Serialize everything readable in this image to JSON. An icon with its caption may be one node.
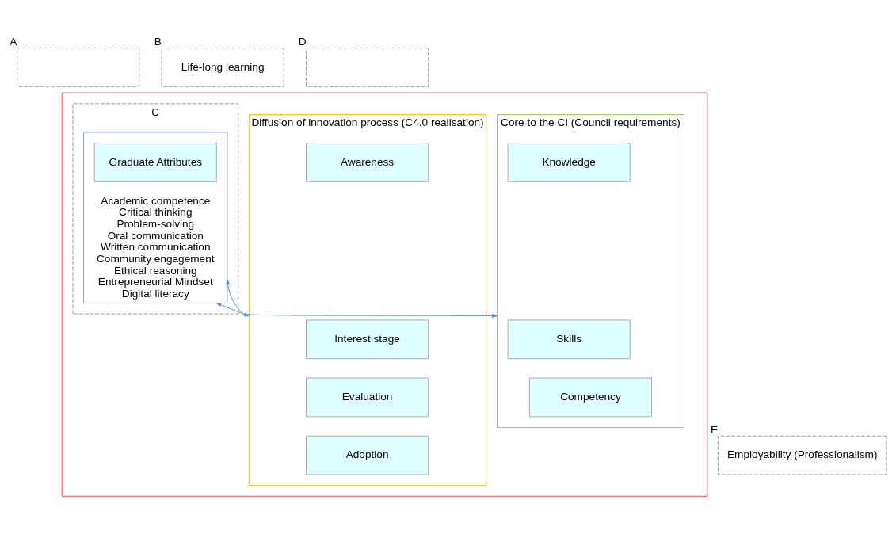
{
  "diagram": {
    "nodes": [
      {
        "text": [],
        "shape": "box"
      },
      {
        "text": [],
        "shape": "box",
        "beside": [
          "A"
        ]
      },
      {
        "text": [
          "Core to the CI (Council requirements)"
        ],
        "in": 0
      },
      {
        "text": [
          "Knowledge"
        ],
        "in": 2
      },
      {
        "text": [
          "Skills"
        ],
        "in": 2
      },
      {
        "text": [
          "Competency"
        ],
        "in": 2
      },
      {
        "text": [
          "Life-long learning"
        ],
        "beside": [
          "B"
        ]
      },
      {
        "text": [],
        "shape": "box",
        "beside": [
          "C"
        ],
        "in": 0
      },
      {
        "text": [
          "Academic competence",
          "Critical thinking",
          "Problem-solving",
          "Oral communication",
          "Written communication",
          "Community engagement",
          "Ethical reasoning",
          "Entrepreneurial Mindset",
          "Digital literacy"
        ],
        "in": 7
      },
      {
        "text": [
          "Graduate Attributes"
        ],
        "in": 8
      },
      {
        "text": [],
        "shape": "box",
        "beside": [
          "D"
        ]
      },
      {
        "text": [
          "Diffusion of innovation process (C4.0 realisation)"
        ],
        "in": 0
      },
      {
        "text": [
          "Awareness"
        ],
        "in": 11
      },
      {
        "text": [
          "Interest stage"
        ],
        "in": 11
      },
      {
        "text": [
          "Evaluation"
        ],
        "in": 11
      },
      {
        "text": [
          "Adoption"
        ],
        "in": 11
      },
      {
        "text": [
          "Employability (Professionalism)"
        ],
        "beside": [
          "E"
        ]
      }
    ],
    "edges": [
      {
        "from": 2,
        "to": 8,
        "arrow": "both"
      },
      {
        "from": 8,
        "to": 11,
        "arrow": "both"
      }
    ]
  }
}
